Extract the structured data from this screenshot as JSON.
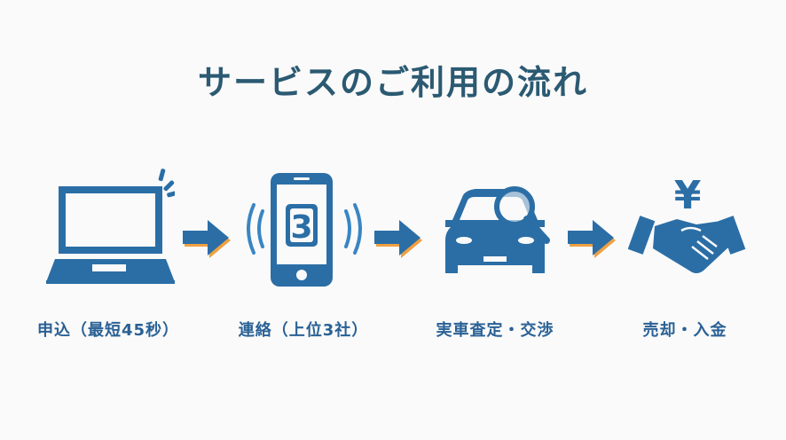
{
  "title": "サービスのご利用の流れ",
  "steps": [
    {
      "label": "申込（最短45秒）",
      "icon": "laptop-icon"
    },
    {
      "label": "連絡（上位3社）",
      "icon": "smartphone-icon",
      "badge": "3"
    },
    {
      "label": "実車査定・交渉",
      "icon": "car-inspection-icon"
    },
    {
      "label": "売却・入金",
      "icon": "handshake-yen-icon",
      "badge": "¥"
    }
  ],
  "colors": {
    "primary": "#2b6ea6",
    "accent": "#f0a040",
    "title": "#2b5a72"
  }
}
